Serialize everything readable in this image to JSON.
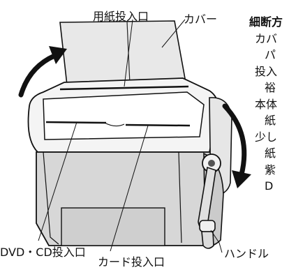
{
  "labels": {
    "paper_slot": "用紙投入口",
    "cover": "カバー",
    "disc_slot": "DVD・CD投入口",
    "card_slot": "カード投入口",
    "handle": "ハンドル"
  },
  "side_text": {
    "heading": "細断方",
    "lines": [
      "カバ",
      "パ",
      "投入",
      "裕",
      "本体",
      "紙",
      "少し",
      "紙",
      "紫",
      "D"
    ]
  }
}
